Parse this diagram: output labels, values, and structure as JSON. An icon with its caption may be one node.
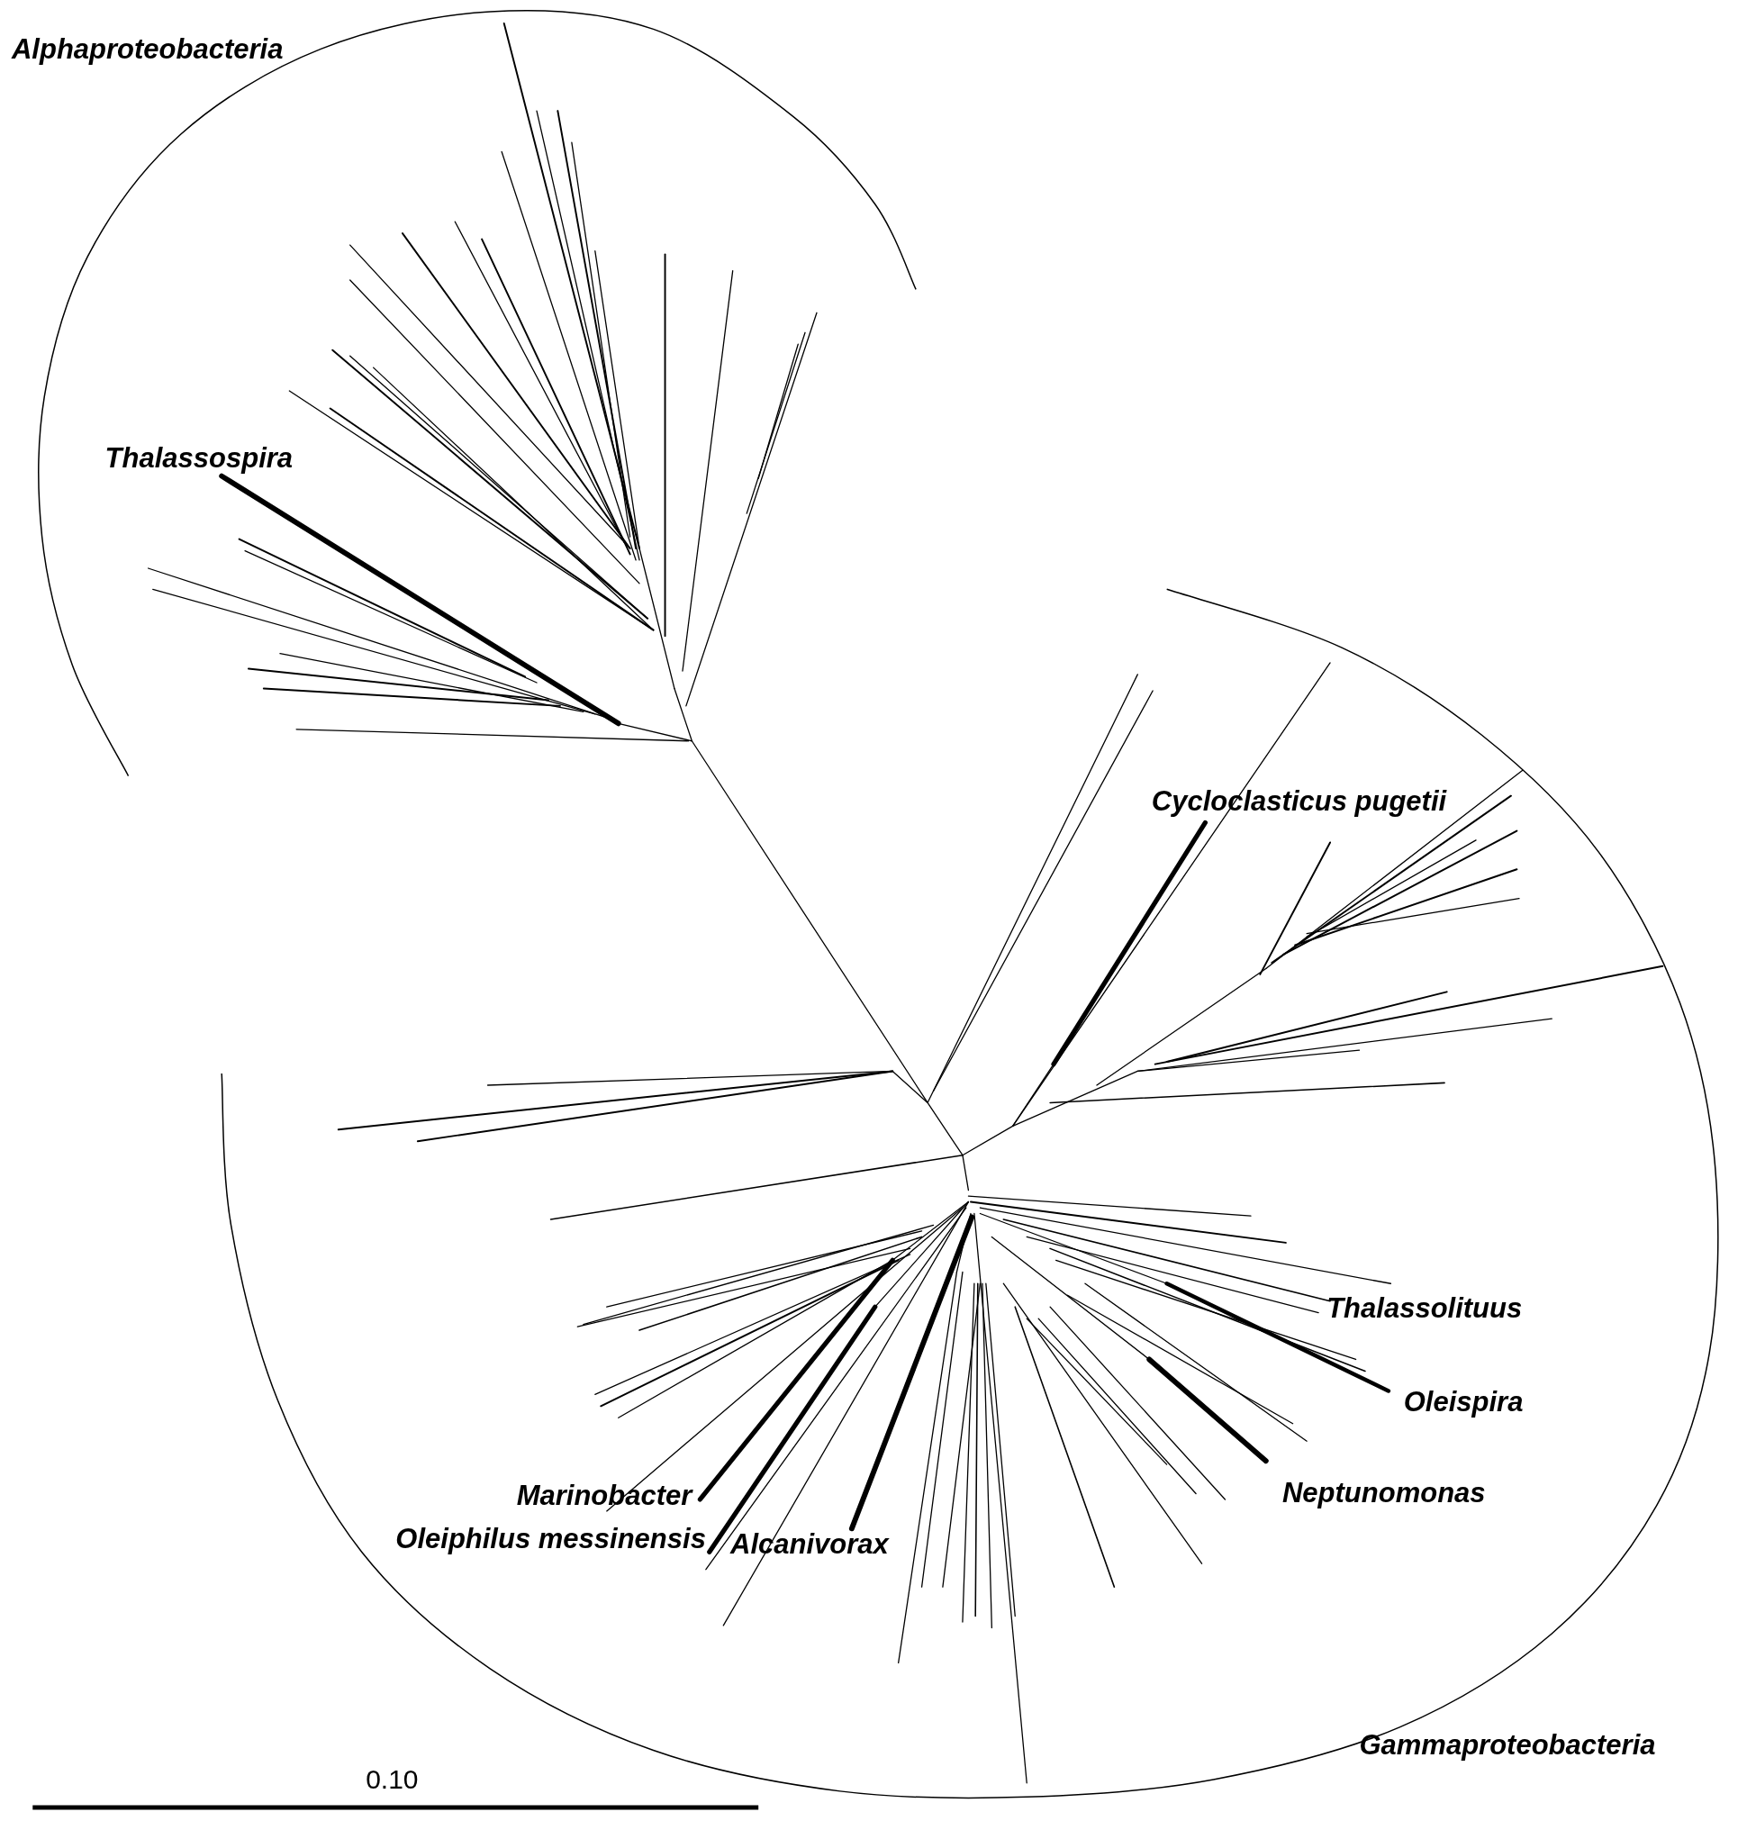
{
  "diagram": {
    "labels": [
      "Alphaproteobacteria",
      "Thalassospira",
      "Cycloclasticus pugetii",
      "Thalassolituus",
      "Oleispira",
      "Marinobacter",
      "Neptunomonas",
      "Oleiphilus messinensis",
      "Alcanivorax",
      "Gammaproteobacteria",
      "0.10"
    ]
  }
}
